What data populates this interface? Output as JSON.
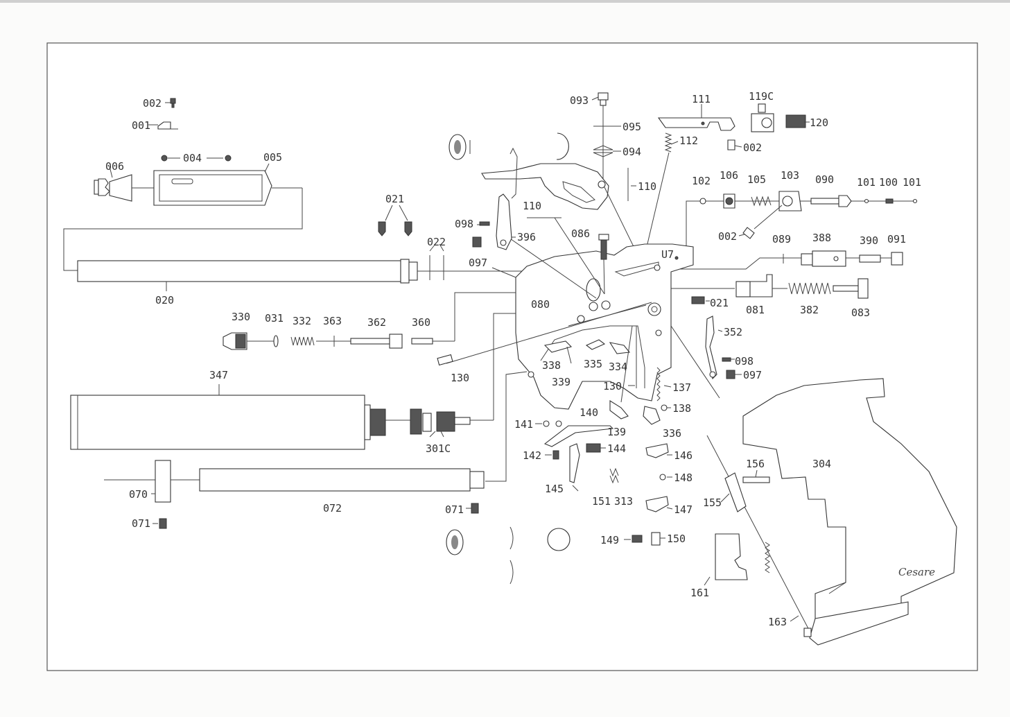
{
  "diagram": {
    "labels": {
      "p002a": "002",
      "p001": "001",
      "p004": "004",
      "p005": "005",
      "p006": "006",
      "p021a": "021",
      "p022": "022",
      "p020": "020",
      "p093": "093",
      "p095": "095",
      "p094": "094",
      "p111": "111",
      "p112": "112",
      "p119c": "119C",
      "p120": "120",
      "p002b": "002",
      "p110a": "110",
      "p110b": "110",
      "p102": "102",
      "p106": "106",
      "p105": "105",
      "p103": "103",
      "p090": "090",
      "p101a": "101",
      "p100": "100",
      "p101b": "101",
      "p002c": "002",
      "p098a": "098",
      "p396": "396",
      "p097a": "097",
      "p086": "086",
      "p089": "089",
      "p388": "388",
      "p390": "390",
      "p091": "091",
      "p080": "080",
      "p021b": "021",
      "p081": "081",
      "p382": "382",
      "p083": "083",
      "p330": "330",
      "p031": "031",
      "p332": "332",
      "p363": "363",
      "p362": "362",
      "p360": "360",
      "p352": "352",
      "p098b": "098",
      "p097b": "097",
      "p338": "338",
      "p339": "339",
      "p335": "335",
      "p334": "334",
      "p130a": "130",
      "p130b": "130",
      "p137": "137",
      "p138": "138",
      "p347": "347",
      "p301c": "301C",
      "p141": "141",
      "p140": "140",
      "p139": "139",
      "p336": "336",
      "p142": "142",
      "p144": "144",
      "p146": "146",
      "p148": "148",
      "p145": "145",
      "p151": "151",
      "p313": "313",
      "p147": "147",
      "p156": "156",
      "p155": "155",
      "p304": "304",
      "p070": "070",
      "p072": "072",
      "p071a": "071",
      "p071b": "071",
      "p149": "149",
      "p150": "150",
      "p161": "161",
      "p163": "163",
      "ul": "U7"
    },
    "signature": "Cesare"
  }
}
